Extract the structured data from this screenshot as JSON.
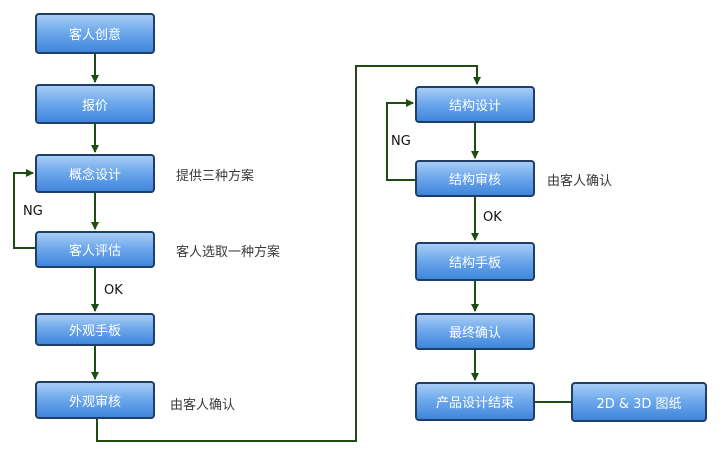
{
  "flow": {
    "left": {
      "customer_idea": "客人创意",
      "quotation": "报价",
      "concept_design": "概念设计",
      "customer_eval": "客人评估",
      "appearance_sample": "外观手板",
      "appearance_review": "外观审核"
    },
    "right": {
      "structure_design": "结构设计",
      "structure_review": "结构审核",
      "structure_sample": "结构手板",
      "final_confirm": "最终确认",
      "design_end": "产品设计结束",
      "drawings": "2D & 3D 图纸"
    },
    "notes": {
      "provide_three": "提供三种方案",
      "choose_one": "客人选取一种方案",
      "appearance_confirm": "由客人确认",
      "structure_confirm": "由客人确认"
    },
    "labels": {
      "ng_left": "NG",
      "ok_left": "OK",
      "ng_right": "NG",
      "ok_right": "OK"
    }
  }
}
